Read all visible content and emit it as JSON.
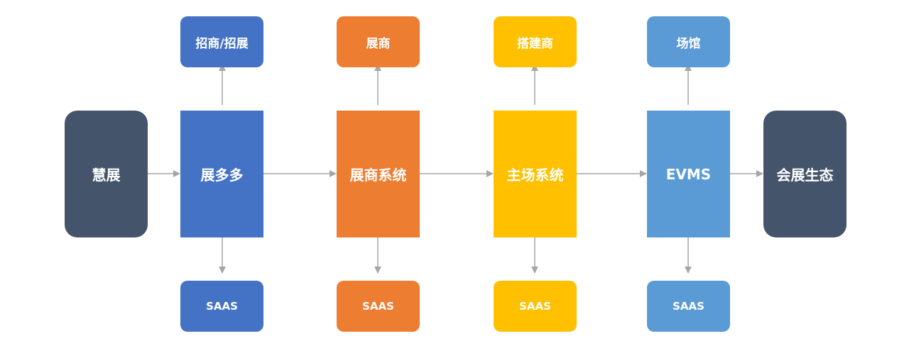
{
  "colors": {
    "dark": "#44546A",
    "blue": "#4472C4",
    "orange": "#ED7D31",
    "yellow": "#FFC000",
    "light_blue": "#5B9BD5",
    "arrow": "#A6A6A6"
  },
  "start": {
    "label": "慧展",
    "color": "#44546A"
  },
  "end": {
    "label": "会展生态",
    "color": "#44546A"
  },
  "columns": [
    {
      "system": "展多多",
      "top": "招商/招展",
      "bottom": "SAAS",
      "color": "#4472C4"
    },
    {
      "system": "展商系统",
      "top": "展商",
      "bottom": "SAAS",
      "color": "#ED7D31"
    },
    {
      "system": "主场系统",
      "top": "搭建商",
      "bottom": "SAAS",
      "color": "#FFC000"
    },
    {
      "system": "EVMS",
      "top": "场馆",
      "bottom": "SAAS",
      "color": "#5B9BD5"
    }
  ]
}
